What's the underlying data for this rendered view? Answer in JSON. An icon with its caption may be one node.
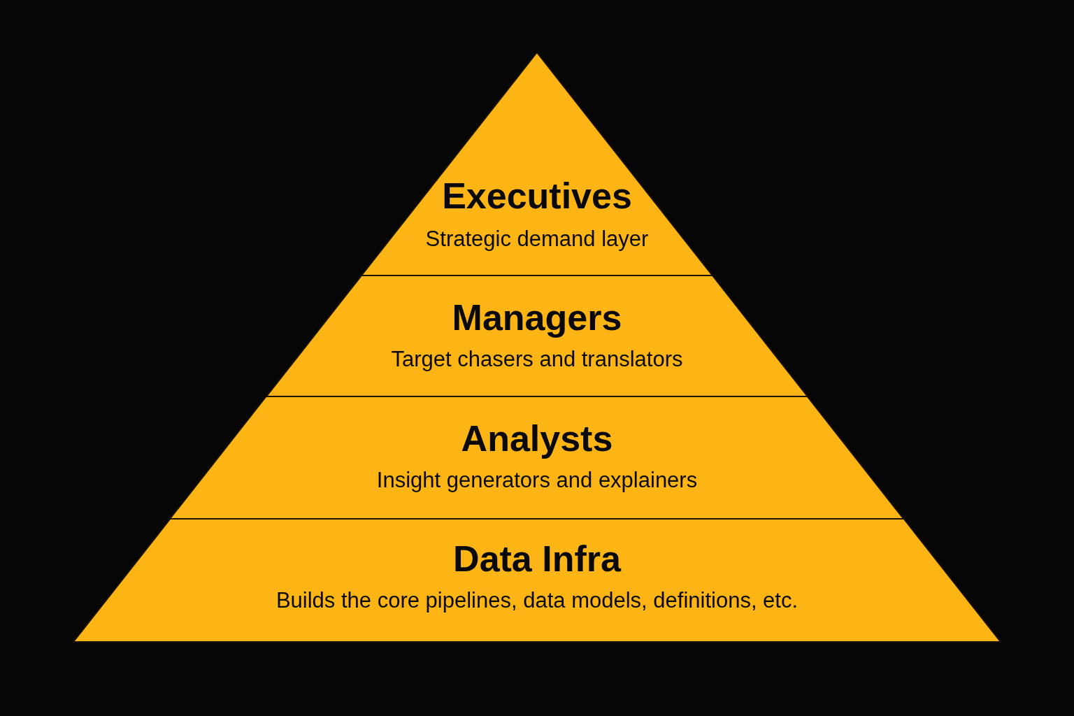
{
  "diagram": {
    "nodes": [
      {
        "text": [
          "Executives",
          "Strategic demand layer"
        ]
      },
      {
        "text": [
          "Managers",
          "Target chasers and translators"
        ]
      },
      {
        "text": [
          "Analysts",
          "Insight generators and explainers"
        ]
      },
      {
        "text": [
          "Data Infra",
          "Builds the core pipelines, data models, definitions, etc."
        ]
      }
    ]
  }
}
